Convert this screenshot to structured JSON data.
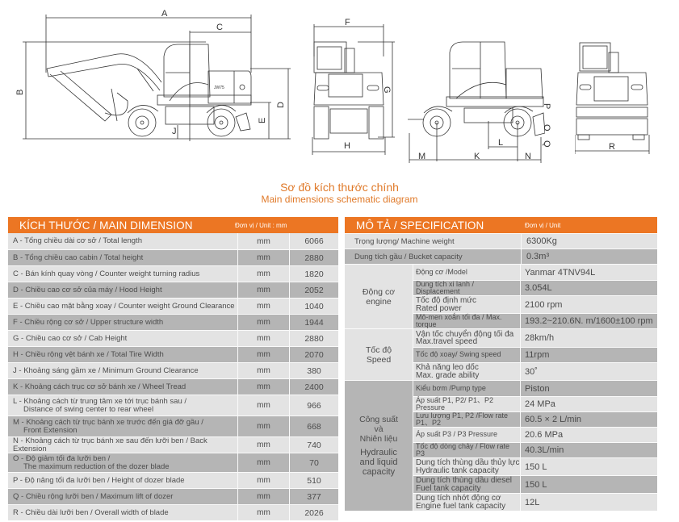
{
  "diagram": {
    "labels": {
      "A": "A",
      "B": "B",
      "C": "C",
      "D": "D",
      "E": "E",
      "F": "F",
      "G": "G",
      "H": "H",
      "J": "J",
      "K": "K",
      "L": "L",
      "M": "M",
      "N": "N",
      "O": "O",
      "P": "P",
      "Q": "Q",
      "R": "R"
    },
    "model_badge": "JW75"
  },
  "title": {
    "vi": "Sơ đồ kích thước chính",
    "en": "Main dimensions schematic diagram"
  },
  "colors": {
    "accent": "#ec7623",
    "title": "#e07a2a",
    "row_light": "#e3e3e3",
    "row_dark": "#b5b5b5"
  },
  "dimensions": {
    "header": "KÍCH THƯỚC / MAIN DIMENSION",
    "unit_header": "Đơn vị / Unit : mm",
    "rows": [
      {
        "label": "A - Tổng chiều dài cơ sở / Total length",
        "sub": "",
        "unit": "mm",
        "value": "6066"
      },
      {
        "label": "B - Tổng chiều cao cabin / Total height",
        "sub": "",
        "unit": "mm",
        "value": "2880"
      },
      {
        "label": "C - Bán kính quay vòng / Counter weight turning radius",
        "sub": "",
        "unit": "mm",
        "value": "1820"
      },
      {
        "label": "D - Chiều cao cơ sở của máy / Hood Height",
        "sub": "",
        "unit": "mm",
        "value": "2052"
      },
      {
        "label": "E - Chiều cao mặt bằng xoay / Counter weight Ground Clearance",
        "sub": "",
        "unit": "mm",
        "value": "1040"
      },
      {
        "label": "F - Chiều rộng cơ sở / Upper structure width",
        "sub": "",
        "unit": "mm",
        "value": "1944"
      },
      {
        "label": "G - Chiều cao cơ sở / Cab Height",
        "sub": "",
        "unit": "mm",
        "value": "2880"
      },
      {
        "label": "H - Chiều rộng vệt bánh xe / Total Tire Width",
        "sub": "",
        "unit": "mm",
        "value": "2070"
      },
      {
        "label": "J - Khoảng sáng gầm xe / Minimum Ground Clearance",
        "sub": "",
        "unit": "mm",
        "value": "380"
      },
      {
        "label": "K - Khoảng cách trục cơ sở bánh xe / Wheel Tread",
        "sub": "",
        "unit": "mm",
        "value": "2400"
      },
      {
        "label": "L - Khoảng cách từ trung tâm xe tới trục bánh sau /",
        "sub": "Distance of swing center to rear wheel",
        "unit": "mm",
        "value": "966"
      },
      {
        "label": "M - Khoảng cách từ trục bánh xe trước đến giá đỡ gầu /",
        "sub": "Front Extension",
        "unit": "mm",
        "value": "668"
      },
      {
        "label": "N - Khoảng cách từ trục bánh xe sau đến lưỡi ben / Back Extension",
        "sub": "",
        "unit": "mm",
        "value": "740"
      },
      {
        "label": "O - Độ giảm tối đa lưỡi ben /",
        "sub": "The maximum reduction of the dozer blade",
        "unit": "mm",
        "value": "70"
      },
      {
        "label": "P - Độ nâng tối đa lưỡi ben / Height of dozer blade",
        "sub": "",
        "unit": "mm",
        "value": "510"
      },
      {
        "label": "Q - Chiều rộng lưỡi ben / Maximum lift of dozer",
        "sub": "",
        "unit": "mm",
        "value": "377"
      },
      {
        "label": "R - Chiều dài lưỡi ben / Overall width of blade",
        "sub": "",
        "unit": "mm",
        "value": "2026"
      }
    ]
  },
  "specification": {
    "header": "MÔ TẢ / SPECIFICATION",
    "unit_header": "Đơn vị / Unit",
    "top_rows": [
      {
        "label": "Trọng lượng/ Machine weight",
        "value": "6300Kg"
      },
      {
        "label": "Dung tích gầu / Bucket capacity",
        "value": "0.3m³"
      }
    ],
    "groups": [
      {
        "label_lines": [
          "Động cơ",
          "engine"
        ],
        "items": [
          {
            "label": "Động cơ /Model",
            "label2": "",
            "value": "Yanmar 4TNV94L"
          },
          {
            "label": "Dung tích xi lanh / Displacement",
            "label2": "",
            "value": "3.054L"
          },
          {
            "label": "Tốc độ định mức",
            "label2": "Rated power",
            "value": "2100 rpm"
          },
          {
            "label": "Mô-men xoắn tối đa / Max. torque",
            "label2": "",
            "value": "193.2~210.6N. m/1600±100 rpm"
          }
        ]
      },
      {
        "label_lines": [
          "Tốc độ",
          "Speed"
        ],
        "items": [
          {
            "label": "Vận tốc chuyển động tối đa",
            "label2": "Max.travel speed",
            "value": "28km/h"
          },
          {
            "label": "Tốc độ xoay/ Swing speed",
            "label2": "",
            "value": "11rpm"
          },
          {
            "label": "Khả năng leo dốc",
            "label2": "Max. grade ability",
            "value": "30˚"
          }
        ]
      },
      {
        "label_lines": [
          "Công suất",
          "và",
          "Nhiên liệu",
          "Hydraulic",
          "and liquid",
          "capacity"
        ],
        "items": [
          {
            "label": "Kiểu bơm /Pump type",
            "label2": "",
            "value": "Piston"
          },
          {
            "label": "Áp suất P1, P2/ P1、P2 Pressure",
            "label2": "",
            "value": "24 MPa"
          },
          {
            "label": "Lưu lượng P1, P2 /Flow rate P1、P2",
            "label2": "",
            "value": "60.5 × 2 L/min"
          },
          {
            "label": "Áp suất P3 / P3 Pressure",
            "label2": "",
            "value": "20.6 MPa"
          },
          {
            "label": "Tốc độ dòng chảy / Flow rate P3",
            "label2": "",
            "value": "40.3L/min"
          },
          {
            "label": "Dung tích thùng dầu thủy lực",
            "label2": "Hydraulic tank capacity",
            "value": "150 L"
          },
          {
            "label": "Dung tích thùng dầu diesel",
            "label2": "Fuel tank capacity",
            "value": "150 L"
          },
          {
            "label": "Dung tích nhớt động cơ",
            "label2": "Engine fuel tank capacity",
            "value": "12L"
          }
        ]
      }
    ]
  }
}
